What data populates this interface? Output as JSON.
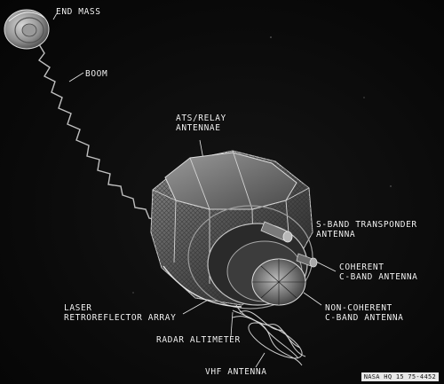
{
  "labels": {
    "end_mass": "END MASS",
    "boom": "BOOM",
    "ats_relay_antennae": [
      "ATS/RELAY",
      "ANTENNAE"
    ],
    "s_band_transponder_antenna": [
      "S-BAND TRANSPONDER",
      "ANTENNA"
    ],
    "coherent_c_band_antenna": [
      "COHERENT",
      "C-BAND ANTENNA"
    ],
    "non_coherent_c_band_antenna": [
      "NON-COHERENT",
      "C-BAND ANTENNA"
    ],
    "laser_retroreflector_array": [
      "LASER",
      "RETROREFLECTOR ARRAY"
    ],
    "radar_altimeter": "RADAR ALTIMETER",
    "vhf_antenna": "VHF ANTENNA"
  },
  "caption": "NASA HQ 15 75-4452"
}
